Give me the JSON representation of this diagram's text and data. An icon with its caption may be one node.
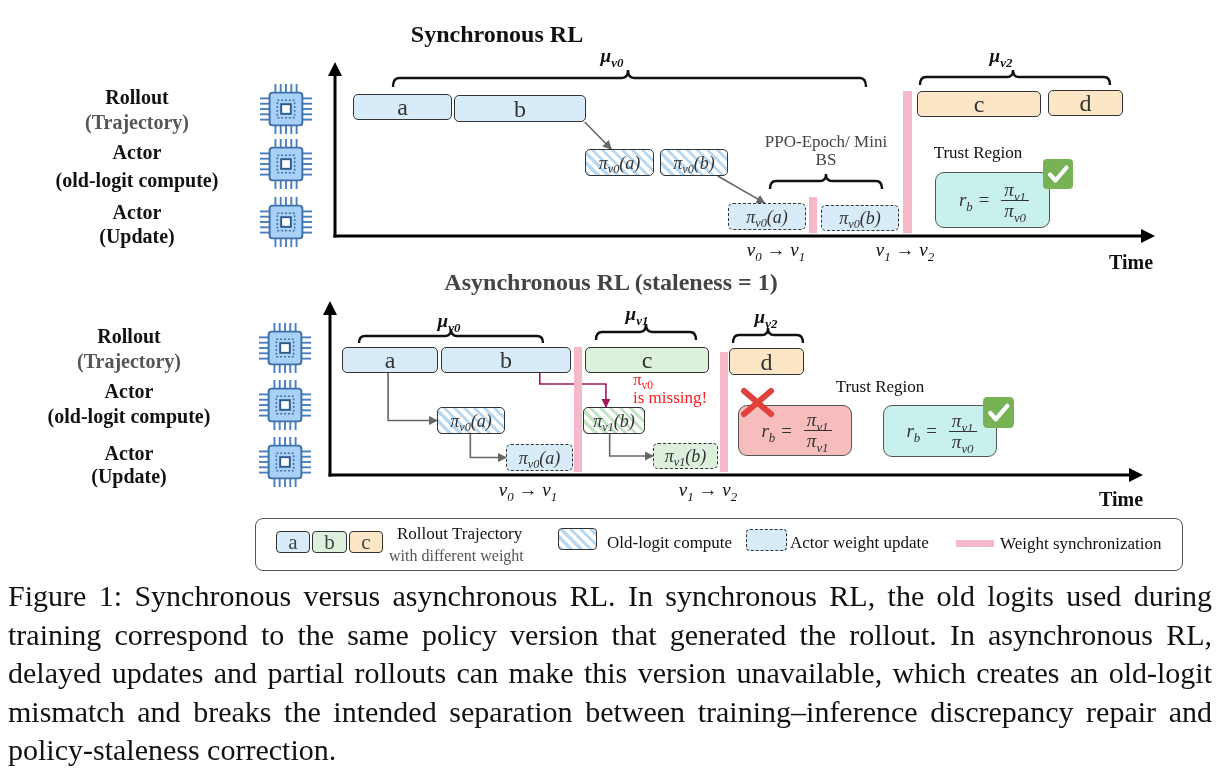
{
  "diagram": {
    "caption": "Figure 1: Synchronous versus asynchronous RL. In synchronous RL, the old logits used during training correspond to the same policy version that generated the rollout. In asynchronous RL, delayed updates and partial rollouts can make this version unavailable, which creates an old-logit mismatch and breaks the intended separation between training–inference discrepancy repair and policy-staleness correction.",
    "nodes": [
      {
        "text": [
          "a"
        ]
      },
      {
        "text": [
          "b"
        ]
      },
      {
        "text": [
          "π$_{v0}$(a)"
        ]
      },
      {
        "text": [
          "π$_{v0}$(b)"
        ]
      },
      {
        "text": [
          "π$_{v0}$(a)"
        ]
      },
      {
        "text": [
          "π$_{v0}$(b)"
        ]
      },
      {
        "text": [
          "c"
        ]
      },
      {
        "text": [
          "d"
        ]
      },
      {
        "text": [
          "r$_{b}$ =",
          "π$_{v1}$",
          "π$_{v0}$"
        ]
      },
      {
        "text": [
          "a"
        ]
      },
      {
        "text": [
          "b"
        ]
      },
      {
        "text": [
          "c"
        ]
      },
      {
        "text": [
          "d"
        ]
      },
      {
        "text": [
          "π$_{v0}$(a)"
        ]
      },
      {
        "text": [
          "π$_{v0}$(a)"
        ]
      },
      {
        "text": [
          "π$_{v1}$(b)"
        ]
      },
      {
        "text": [
          "π$_{v1}$(b)"
        ]
      },
      {
        "text": [
          "r$_{b}$ =",
          "π$_{v1}$",
          "π$_{v1}$"
        ]
      },
      {
        "text": [
          "r$_{b}$ =",
          "π$_{v1}$",
          "π$_{v0}$"
        ]
      }
    ],
    "edges": [
      {
        "from": 1,
        "to": 2,
        "arrow": "to"
      },
      {
        "from": 3,
        "to": 4,
        "arrow": "to"
      },
      {
        "from": 9,
        "to": 13,
        "arrow": "to"
      },
      {
        "from": 13,
        "to": 14,
        "arrow": "to"
      },
      {
        "from": 10,
        "to": 15,
        "arrow": "to",
        "color": "#a0185c"
      },
      {
        "from": 15,
        "to": 16,
        "arrow": "to"
      }
    ],
    "labels": [
      "Synchronous RL",
      "μ$_{v0}$",
      "μ$_{v2}$",
      "Rollout",
      "(Trajectory)",
      "Actor",
      "PPO-Epoch/ Mini BS",
      "Trust Region",
      "(old-logit compute)",
      "Actor",
      "(Update)",
      "v$_{0}$ → v$_{1}$",
      "v$_{1}$ → v$_{2}$",
      "Time",
      "Asynchronous RL (staleness = 1)",
      "μ$_{v0}$",
      "μ$_{v1}$",
      "μ$_{v2}$",
      "Rollout",
      "(Trajectory)",
      "Actor",
      "π$_{v0}$ is missing!",
      "Trust Region",
      "(old-logit compute)",
      "Actor",
      "(Update)",
      "v$_{0}$ → v$_{1}$",
      "v$_{1}$ → v$_{2}$",
      "Time",
      "a",
      "b",
      "c",
      "with different weight"
    ],
    "legend": [
      {
        "text": "Rollout Trajectory"
      },
      {
        "text": "Old-logit compute"
      },
      {
        "text": "Actor weight update"
      },
      {
        "text": "Weight synchronization",
        "color": "#f4b8c8"
      }
    ]
  }
}
